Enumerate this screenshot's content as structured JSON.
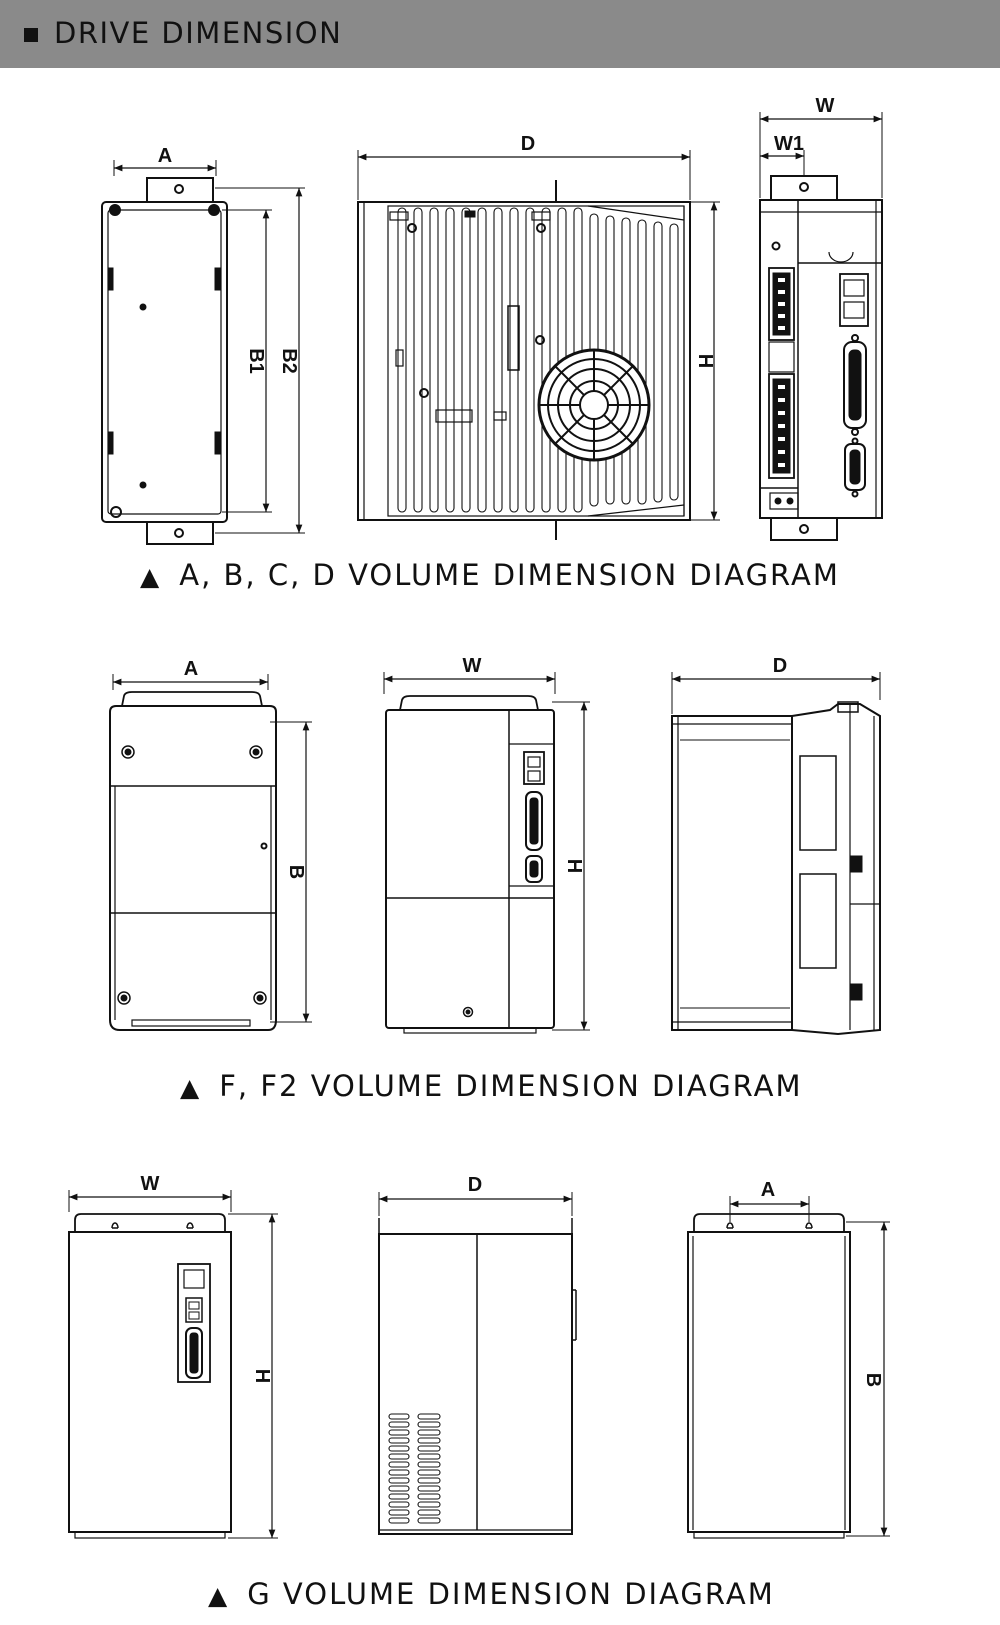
{
  "header": {
    "title": "DRIVE DIMENSION"
  },
  "captions": {
    "abcd": "A, B, C, D VOLUME DIMENSION DIAGRAM",
    "f": "F, F2 VOLUME DIMENSION DIAGRAM",
    "g": "G VOLUME DIMENSION DIAGRAM",
    "marker": "▲"
  },
  "labels": {
    "a": "A",
    "b": "B",
    "b1": "B1",
    "b2": "B2",
    "d": "D",
    "h": "H",
    "w": "W",
    "w1": "W1"
  },
  "colors": {
    "header_bg": "#8a8a8a",
    "line": "#111111"
  }
}
